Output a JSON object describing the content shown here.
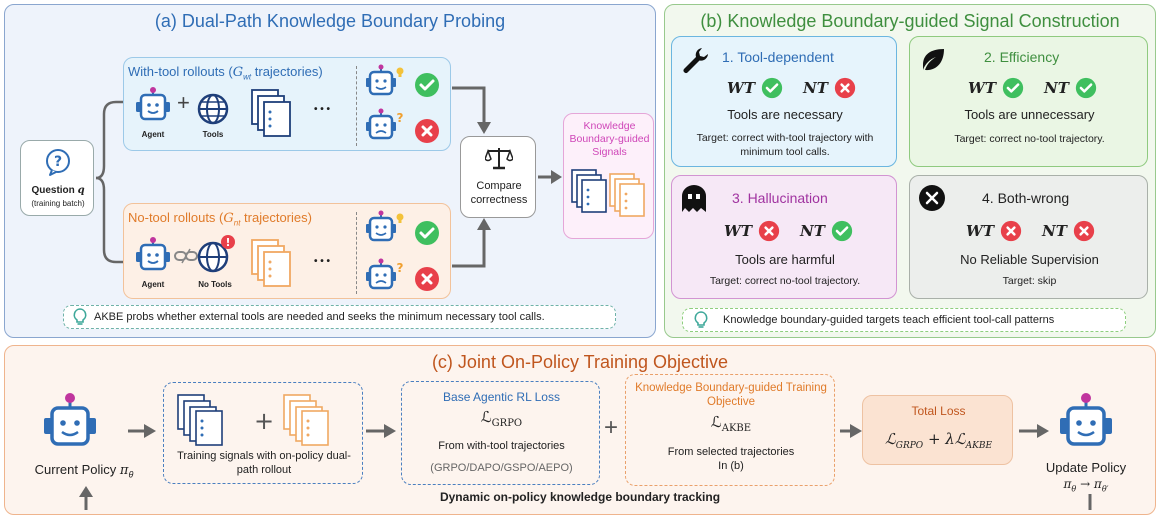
{
  "panel_a": {
    "title": "(a) Dual-Path Knowledge Boundary Probing",
    "question_label": "Question",
    "question_var": "q",
    "question_sub": "(training batch)",
    "with_tool_title": "With-tool rollouts (",
    "with_tool_var": "G",
    "with_tool_sub": "wt",
    "with_tool_suffix": " trajectories)",
    "no_tool_title": "No-tool rollouts (",
    "no_tool_var": "G",
    "no_tool_sub": "nt",
    "no_tool_suffix": " trajectories)",
    "agent_label": "Agent",
    "tools_label": "Tools",
    "no_tools_label": "No Tools",
    "ellipsis": "• • •",
    "compare_label": "Compare correctness",
    "signals_label": "Knowledge Boundary-guided Signals",
    "note": "AKBE probs whether external tools are needed and seeks the minimum necessary tool calls."
  },
  "panel_b": {
    "title": "(b) Knowledge Boundary-guided Signal Construction",
    "wt_label": "WT",
    "nt_label": "NT",
    "cards": [
      {
        "title": "1. Tool-dependent",
        "desc": "Tools are necessary",
        "target": "Target: correct with-tool trajectory with minimum tool calls."
      },
      {
        "title": "2. Efficiency",
        "desc": "Tools are unnecessary",
        "target": "Target: correct no-tool trajectory."
      },
      {
        "title": "3. Hallucination",
        "desc": "Tools are harmful",
        "target": "Target: correct no-tool trajectory."
      },
      {
        "title": "4. Both-wrong",
        "desc": "No Reliable Supervision",
        "target": "Target: skip"
      }
    ],
    "note": "Knowledge boundary-guided targets teach efficient tool-call patterns"
  },
  "panel_c": {
    "title": "(c) Joint On-Policy Training Objective",
    "current_policy": "Current Policy",
    "current_policy_var": "π",
    "current_policy_sub": "θ",
    "signals_caption": "Training signals with on-policy dual-path rollout",
    "base_title": "Base Agentic RL Loss",
    "base_formula": "ℒ",
    "base_formula_sub": "GRPO",
    "base_desc": "From with-tool trajectories",
    "base_methods": "(GRPO/DAPO/GSPO/AEPO)",
    "kb_title": "Knowledge Boundary-guided Training Objective",
    "kb_formula": "ℒ",
    "kb_formula_sub": "AKBE",
    "kb_desc": "From selected trajectories In (b)",
    "total_title": "Total Loss",
    "total_formula": "ℒ",
    "total_sub1": "GRPO",
    "total_plus": " + λℒ",
    "total_sub2": "AKBE",
    "update_policy": "Update Policy",
    "update_formula": "π",
    "update_sub1": "θ",
    "update_arrow": " → π",
    "update_sub2": "θ′",
    "plus_sign": "+",
    "tracking": "Dynamic on-policy knowledge boundary tracking"
  },
  "colors": {
    "blue_title": "#2f6db5",
    "orange_title": "#e07b2a",
    "green_title": "#3f8f3f",
    "check_green": "#3fbf5f",
    "cross_red": "#e8404a",
    "robot_blue": "#2f6db5",
    "robot_magenta": "#c0359e"
  }
}
